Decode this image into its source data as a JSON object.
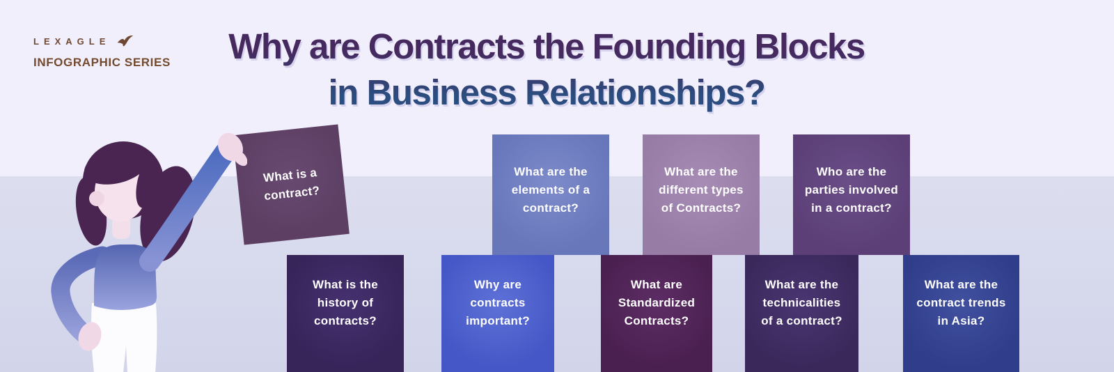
{
  "background": {
    "top_color": "#f1effb",
    "bottom_color": "#dcdeef",
    "bottom_color_deep": "#d2d4ea"
  },
  "brand": {
    "logo_text": "LEXAGLE",
    "logo_icon": "eagle-icon",
    "logo_color": "#6e4833",
    "series_label": "INFOGRAPHIC SERIES",
    "series_color": "#744a30"
  },
  "title": {
    "line1": "Why are Contracts the Founding Blocks",
    "line2": "in Business Relationships?",
    "gradient_top": "#46295f",
    "gradient_bottom": "#2b4d7f"
  },
  "held_card": {
    "lines": [
      "What is a",
      "contract?"
    ],
    "bg": "#5d3f64",
    "bg_center": "#684970",
    "text_color": "#ffffff"
  },
  "top_row": [
    {
      "lines": [
        "What are the",
        "elements of a",
        "contract?"
      ],
      "bg": "#6777ba",
      "bg_center": "#7e8bcb"
    },
    {
      "lines": [
        "What are the",
        "different types",
        "of Contracts?"
      ],
      "bg": "#977da6",
      "bg_center": "#a78db5"
    },
    {
      "lines": [
        "Who are the",
        "parties involved",
        "in a contract?"
      ],
      "bg": "#5b3f76",
      "bg_center": "#6b4e88"
    }
  ],
  "bottom_row": [
    {
      "lines": [
        "What is the",
        "history of",
        "contracts?"
      ],
      "bg": "#372459",
      "bg_center": "#463170"
    },
    {
      "lines": [
        "Why are",
        "contracts",
        "important?"
      ],
      "bg": "#4557c6",
      "bg_center": "#5e71d7"
    },
    {
      "lines": [
        "What are",
        "Standardized",
        "Contracts?"
      ],
      "bg": "#4a2050",
      "bg_center": "#5d2d65"
    },
    {
      "lines": [
        "What are the",
        "technicalities",
        "of a contract?"
      ],
      "bg": "#3a285b",
      "bg_center": "#4a3672"
    },
    {
      "lines": [
        "What are the",
        "contract trends",
        "in Asia?"
      ],
      "bg": "#2f3d8a",
      "bg_center": "#41509f"
    }
  ],
  "illustration": {
    "name": "woman-holding-card",
    "skin_color": "#f5e2ec",
    "hand_color": "#f0d8e7",
    "hair_color": "#4a2551",
    "sweater_top_color": "#5566b1",
    "sweater_bottom_color": "#9aa3de",
    "pants_color": "#fcfcff"
  }
}
